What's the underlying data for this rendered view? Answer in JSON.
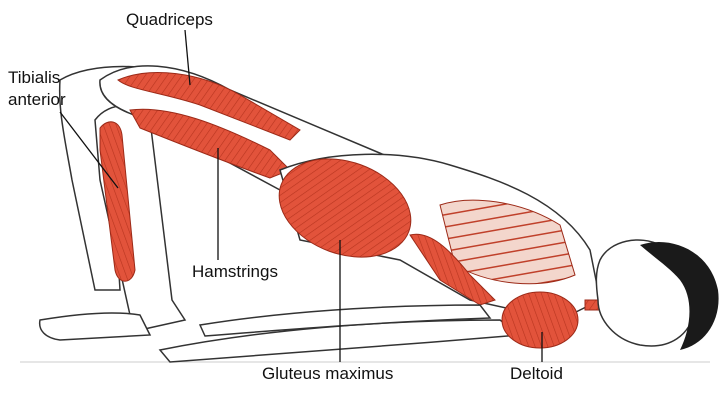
{
  "labels": {
    "quadriceps": "Quadriceps",
    "tibialis_line1": "Tibialis",
    "tibialis_line2": "anterior",
    "hamstrings": "Hamstrings",
    "gluteus": "Gluteus maximus",
    "deltoid": "Deltoid"
  },
  "colors": {
    "muscle": "#e2533b",
    "muscle_dark": "#c23a26",
    "outline": "#333333",
    "skin": "#ffffff",
    "hair": "#1a1a1a"
  }
}
